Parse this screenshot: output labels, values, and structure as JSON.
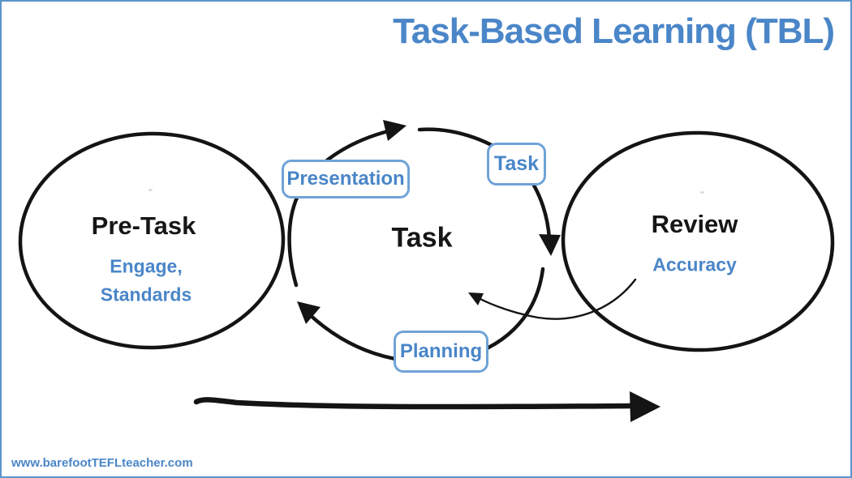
{
  "title": {
    "text": "Task-Based Learning (TBL)"
  },
  "stages": {
    "pre_task": {
      "label": "Pre-Task",
      "details": [
        "Engage,",
        "Standards"
      ]
    },
    "task_cycle": {
      "label": "Task"
    },
    "review": {
      "label": "Review",
      "detail": "Accuracy"
    }
  },
  "cycle_steps": {
    "presentation": "Presentation",
    "task": "Task",
    "planning": "Planning"
  },
  "watermark": {
    "text": "www.barefootTEFLteacher.com"
  },
  "colors": {
    "accent_blue_text": "#4a86c8",
    "label_box_border_blue": "#6fa3d8",
    "frame_border_blue": "#5b94cc",
    "ink_black": "#141414"
  }
}
